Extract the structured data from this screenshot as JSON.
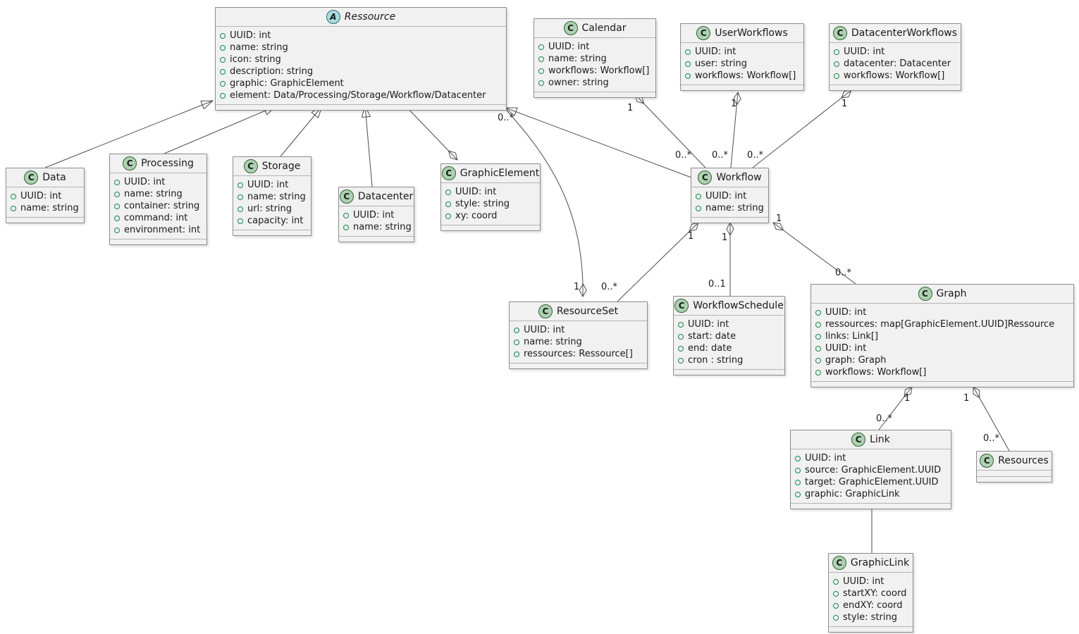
{
  "colors": {
    "class_fill": "#F1F1F1",
    "class_border": "#8C8C8C",
    "compartment_line": "#B4B4B4",
    "class_icon_green": "#ADD1B2",
    "abstract_icon_blue": "#A9DCDF",
    "field_icon_green": "#148A4A",
    "edge": "#4D4D4D"
  },
  "diagram": {
    "classes": [
      {
        "name": "Ressource",
        "icon": "A",
        "abstract": true,
        "attributes": [
          "UUID: int",
          "name: string",
          "icon: string",
          "description: string",
          "graphic: GraphicElement",
          "element: Data/Processing/Storage/Workflow/Datacenter"
        ]
      },
      {
        "name": "Calendar",
        "icon": "C",
        "attributes": [
          "UUID: int",
          "name: string",
          "workflows: Workflow[]",
          "owner: string"
        ]
      },
      {
        "name": "UserWorkflows",
        "icon": "C",
        "attributes": [
          "UUID: int",
          "user: string",
          "workflows: Workflow[]"
        ]
      },
      {
        "name": "DatacenterWorkflows",
        "icon": "C",
        "attributes": [
          "UUID: int",
          "datacenter: Datacenter",
          "workflows: Workflow[]"
        ]
      },
      {
        "name": "Data",
        "icon": "C",
        "attributes": [
          "UUID: int",
          "name: string"
        ]
      },
      {
        "name": "Processing",
        "icon": "C",
        "attributes": [
          "UUID: int",
          "name: string",
          "container: string",
          "command: int",
          "environment: int"
        ]
      },
      {
        "name": "Storage",
        "icon": "C",
        "attributes": [
          "UUID: int",
          "name: string",
          "url: string",
          "capacity: int"
        ]
      },
      {
        "name": "Datacenter",
        "icon": "C",
        "attributes": [
          "UUID: int",
          "name: string"
        ]
      },
      {
        "name": "GraphicElement",
        "icon": "C",
        "attributes": [
          "UUID: int",
          "style: string",
          "xy: coord"
        ]
      },
      {
        "name": "Workflow",
        "icon": "C",
        "attributes": [
          "UUID: int",
          "name: string"
        ]
      },
      {
        "name": "ResourceSet",
        "icon": "C",
        "attributes": [
          "UUID: int",
          "name: string",
          "ressources: Ressource[]"
        ]
      },
      {
        "name": "WorkflowSchedule",
        "icon": "C",
        "attributes": [
          "UUID: int",
          "start: date",
          "end: date",
          "cron : string"
        ]
      },
      {
        "name": "Graph",
        "icon": "C",
        "attributes": [
          "UUID: int",
          "ressources: map[GraphicElement.UUID]Ressource",
          "links: Link[]",
          "UUID: int",
          "graph: Graph",
          "workflows: Workflow[]"
        ]
      },
      {
        "name": "Link",
        "icon": "C",
        "attributes": [
          "UUID: int",
          "source: GraphicElement.UUID",
          "target: GraphicElement.UUID",
          "graphic: GraphicLink"
        ]
      },
      {
        "name": "Resources",
        "icon": "C",
        "attributes": []
      },
      {
        "name": "GraphicLink",
        "icon": "C",
        "attributes": [
          "UUID: int",
          "startXY: coord",
          "endXY: coord",
          "style: string"
        ]
      }
    ],
    "mult": {
      "calendar_workflow_1": "1",
      "calendar_workflow_many": "0..*",
      "userworkflows_workflow_1": "1",
      "userworkflows_workflow_many": "0..*",
      "datacenterworkflows_workflow_1": "1",
      "datacenterworkflows_workflow_many": "0..*",
      "ressource_resourceset_many": "0..*",
      "resourceset_ressource_1": "1",
      "workflow_resourceset_1": "1",
      "workflow_resourceset_many": "0..*",
      "workflow_schedule_1": "1",
      "workflow_schedule_01": "0..1",
      "workflow_graph_1": "1",
      "workflow_graph_many": "0..*",
      "graph_link_1": "1",
      "graph_link_many": "0..*",
      "graph_resources_1": "1",
      "graph_resources_many": "0..*"
    }
  }
}
